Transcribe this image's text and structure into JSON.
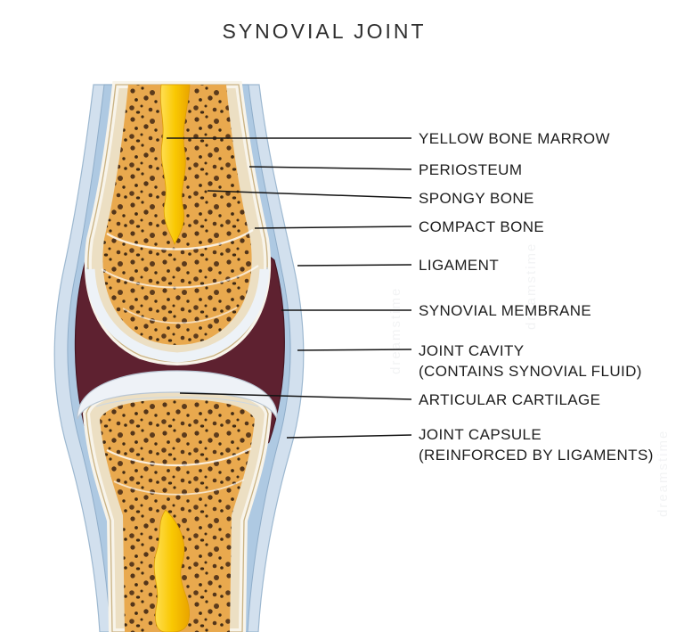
{
  "title": "SYNOVIAL JOINT",
  "watermark": "dreamstime",
  "diagram": {
    "labels": [
      {
        "text": "YELLOW BONE MARROW"
      },
      {
        "text": "PERIOSTEUM"
      },
      {
        "text": "SPONGY BONE"
      },
      {
        "text": "COMPACT BONE"
      },
      {
        "text": "LIGAMENT"
      },
      {
        "text": "SYNOVIAL MEMBRANE"
      },
      {
        "text": "JOINT CAVITY",
        "sub": "(CONTAINS SYNOVIAL FLUID)"
      },
      {
        "text": "ARTICULAR CARTILAGE"
      },
      {
        "text": "JOINT CAPSULE",
        "sub": "(REINFORCED BY LIGAMENTS)"
      }
    ],
    "colors": {
      "capsule_outer_blue": "#d2e0ee",
      "capsule_inner_blue": "#aec9e2",
      "synovial_membrane_maroon": "#5e2130",
      "compact_bone_cream": "#ecdfc3",
      "spongy_bone_orange": "#e9a94e",
      "bone_marrow_yellow": "#f9c802",
      "articular_cartilage_white": "#eef2f7",
      "leader_line": "#141414"
    }
  }
}
